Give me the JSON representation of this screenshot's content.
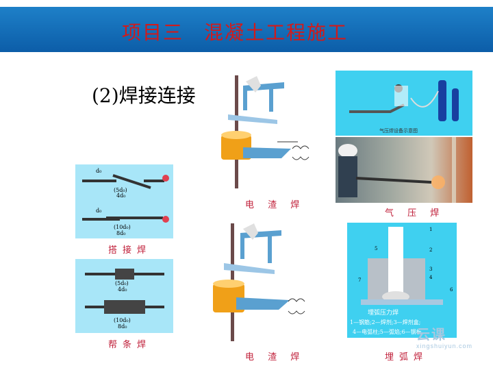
{
  "header": {
    "title": "项目三　混凝土工程施工"
  },
  "section": {
    "subtitle": "(2)焊接连接"
  },
  "captions": {
    "lap_weld": "搭接焊",
    "strap_weld": "帮条焊",
    "electroslag_1": "电 渣 焊",
    "electroslag_2": "电 渣 焊",
    "gas_press": "气 压 焊",
    "submerged_arc": "埋弧焊"
  },
  "gas_diagram": {
    "label": "气压焊设备示意图"
  },
  "arc_diagram": {
    "title": "埋弧压力焊",
    "legend_1": "1—钢筋;2—焊剂;3—焊剂盒;",
    "legend_2": "4—电弧柱;5—弧焰;6—钢板",
    "numbers": [
      "1",
      "2",
      "3",
      "4",
      "5",
      "6",
      "7"
    ]
  },
  "lap_labels": {
    "d0": "d₀",
    "five_d": "(5d₀)",
    "four_d": "4d₀",
    "ten_d": "(10d₀)",
    "eight_d": "8d₀"
  },
  "strap_labels": {
    "five_d": "(5d₀)",
    "four_d": "4d₀",
    "ten_d": "(10d₀)",
    "eight_d": "8d₀"
  },
  "watermark": {
    "main": "云课",
    "url": "xingshuiyun.com"
  },
  "colors": {
    "header_bg": "#1473bd",
    "title_red": "#d21a1a",
    "caption_red": "#c0203a",
    "panel_cyan": "#3fd0f0",
    "panel_light": "#a8e6f8"
  }
}
